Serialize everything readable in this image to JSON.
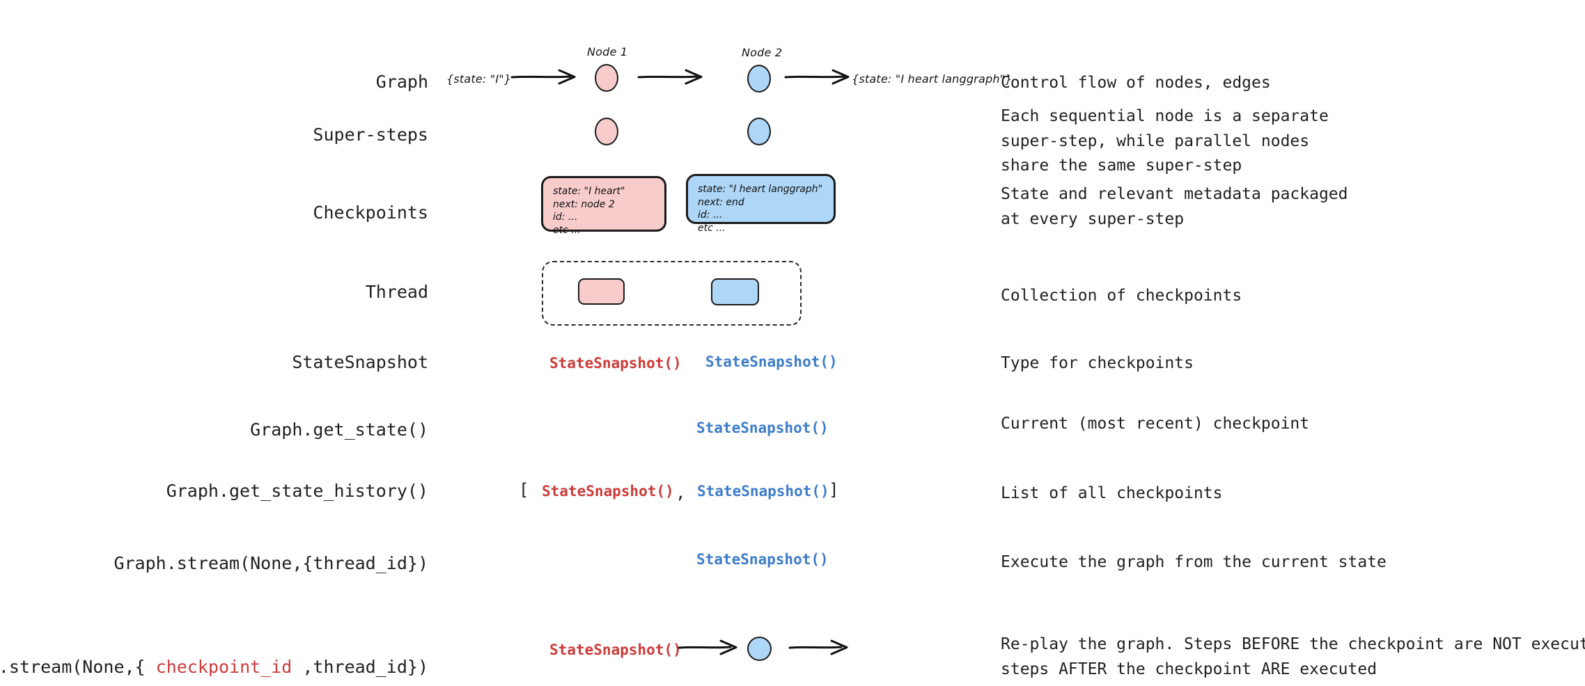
{
  "rows": [
    {
      "key": "graph",
      "label": "Graph",
      "description": "Control flow of nodes, edges"
    },
    {
      "key": "super_steps",
      "label": "Super-steps",
      "description": "Each sequential node is a separate\nsuper-step, while parallel nodes\nshare the same super-step"
    },
    {
      "key": "checkpoints",
      "label": "Checkpoints",
      "description": "State and relevant metadata packaged\nat every super-step"
    },
    {
      "key": "thread",
      "label": "Thread",
      "description": "Collection of checkpoints"
    },
    {
      "key": "state_snapshot",
      "label": "StateSnapshot",
      "description": "Type for checkpoints"
    },
    {
      "key": "get_state",
      "label": "Graph.get_state()",
      "description": "Current (most recent) checkpoint"
    },
    {
      "key": "get_state_history",
      "label": "Graph.get_state_history()",
      "description": "List of all checkpoints"
    },
    {
      "key": "stream_current",
      "label": "Graph.stream(None,{thread_id})",
      "description": "Execute the graph from the current state"
    },
    {
      "key": "stream_replay",
      "label_parts": {
        "before": "Graph.stream(None,{ ",
        "highlight": "checkpoint_id",
        "after": " ,thread_id})"
      },
      "description": "Re-play the graph. Steps BEFORE the checkpoint are NOT executed,\nsteps AFTER the checkpoint ARE executed"
    }
  ],
  "graph_row": {
    "input_state": "{state: \"I\"}",
    "node1_label": "Node 1",
    "node2_label": "Node 2",
    "output_state": "{state: \"I heart langgraph\"}"
  },
  "checkpoints_row": {
    "checkpoint_1": {
      "line1": "state: \"I heart\"",
      "line2": "next: node 2",
      "line3": "id: ...",
      "line4": "etc ..."
    },
    "checkpoint_2": {
      "line1": "state: \"I heart langgraph\"",
      "line2": "next: end",
      "line3": "id: ...",
      "line4": "etc ..."
    }
  },
  "snapshot_labels": {
    "call": "StateSnapshot()",
    "open_bracket": "[",
    "comma": ",",
    "close_bracket": "]"
  },
  "colors": {
    "pink_fill": "#F7CCCB",
    "blue_fill": "#ADD6F7",
    "red_text": "#CC3B39",
    "blue_text": "#3D7CC9",
    "stroke": "#1a1a1a",
    "text": "#1f1f1f",
    "background": "#ffffff"
  }
}
